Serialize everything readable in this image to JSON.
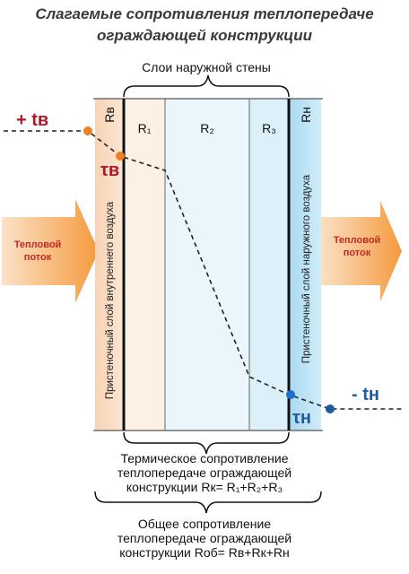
{
  "title": {
    "line1": "Слагаемые сопротивления теплопередаче",
    "line2": "ограждающей  конструкции"
  },
  "layers_label": "Слои  наружной  стены",
  "layers": {
    "inner_air": "Rв",
    "r1": "R₁",
    "r2": "R₂",
    "r3": "R₃",
    "outer_air": "Rн"
  },
  "inner_air_layer_label": "Пристеночный  слой  внутреннего  воздуха",
  "outer_air_layer_label": "Пристеночный  слой  наружного  воздуха",
  "heat_flow_left": [
    "Тепловой",
    "поток"
  ],
  "heat_flow_right": [
    "Тепловой",
    "поток"
  ],
  "temperatures": {
    "t_inner": "+ tв",
    "tau_inner": "τв",
    "tau_outer": "τн",
    "t_outer": "- tн"
  },
  "thermal_resistance_caption": [
    "Термическое сопротивление",
    "теплопередаче  ограждающей",
    "конструкции  Rк= R₁+R₂+R₃"
  ],
  "total_resistance_caption": [
    "Общее сопротивление",
    "теплопередаче ограждающей",
    "конструкции  Rоб= Rв+Rк+Rн"
  ],
  "colors": {
    "title": "#3a3a3a",
    "inner_temp": "#b0182a",
    "outer_temp": "#1f5a9e",
    "inner_point": "#f08020",
    "outer_point": "#1f6fd0",
    "heat_arrow": "#f59a3e",
    "heat_text": "#c0282a",
    "layer_r1": "#fdf0e4",
    "layer_r2": "#eaf6fb",
    "layer_r3": "#dcf0fa",
    "outer_air": "#bfe3f4"
  }
}
